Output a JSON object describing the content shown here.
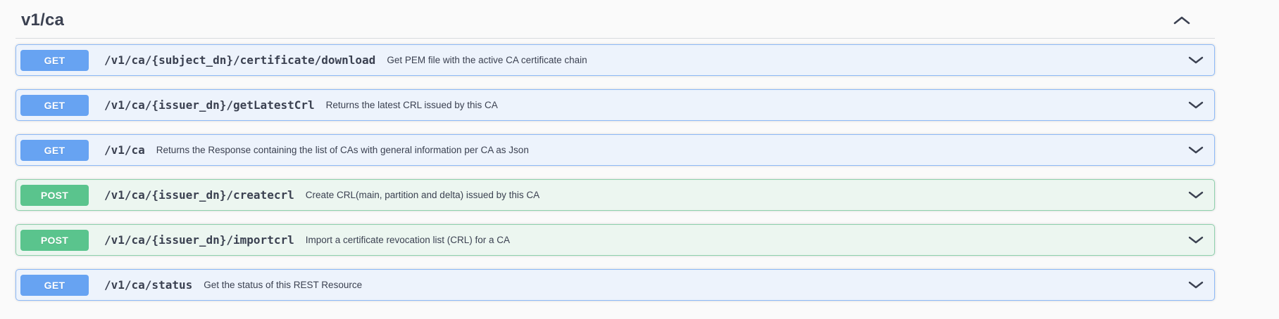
{
  "section": {
    "title": "v1/ca",
    "collapse_icon": "chevron-up-icon"
  },
  "endpoints": [
    {
      "method": "GET",
      "path": "/v1/ca/{subject_dn}/certificate/download",
      "description": "Get PEM file with the active CA certificate chain",
      "expand_icon": "chevron-down-icon"
    },
    {
      "method": "GET",
      "path": "/v1/ca/{issuer_dn}/getLatestCrl",
      "description": "Returns the latest CRL issued by this CA",
      "expand_icon": "chevron-down-icon"
    },
    {
      "method": "GET",
      "path": "/v1/ca",
      "description": "Returns the Response containing the list of CAs with general information per CA as Json",
      "expand_icon": "chevron-down-icon"
    },
    {
      "method": "POST",
      "path": "/v1/ca/{issuer_dn}/createcrl",
      "description": "Create CRL(main, partition and delta) issued by this CA",
      "expand_icon": "chevron-down-icon"
    },
    {
      "method": "POST",
      "path": "/v1/ca/{issuer_dn}/importcrl",
      "description": "Import a certificate revocation list (CRL) for a CA",
      "expand_icon": "chevron-down-icon"
    },
    {
      "method": "GET",
      "path": "/v1/ca/status",
      "description": "Get the status of this REST Resource",
      "expand_icon": "chevron-down-icon"
    }
  ],
  "colors": {
    "page_background": "#fafafa",
    "text": "#3b4151",
    "get_badge": "#67a3f2",
    "get_row_background": "#edf3fc",
    "get_row_border": "#8db9f6",
    "post_badge": "#5ac48d",
    "post_row_background": "#ecf6f0",
    "post_row_border": "#8ed0ac"
  }
}
